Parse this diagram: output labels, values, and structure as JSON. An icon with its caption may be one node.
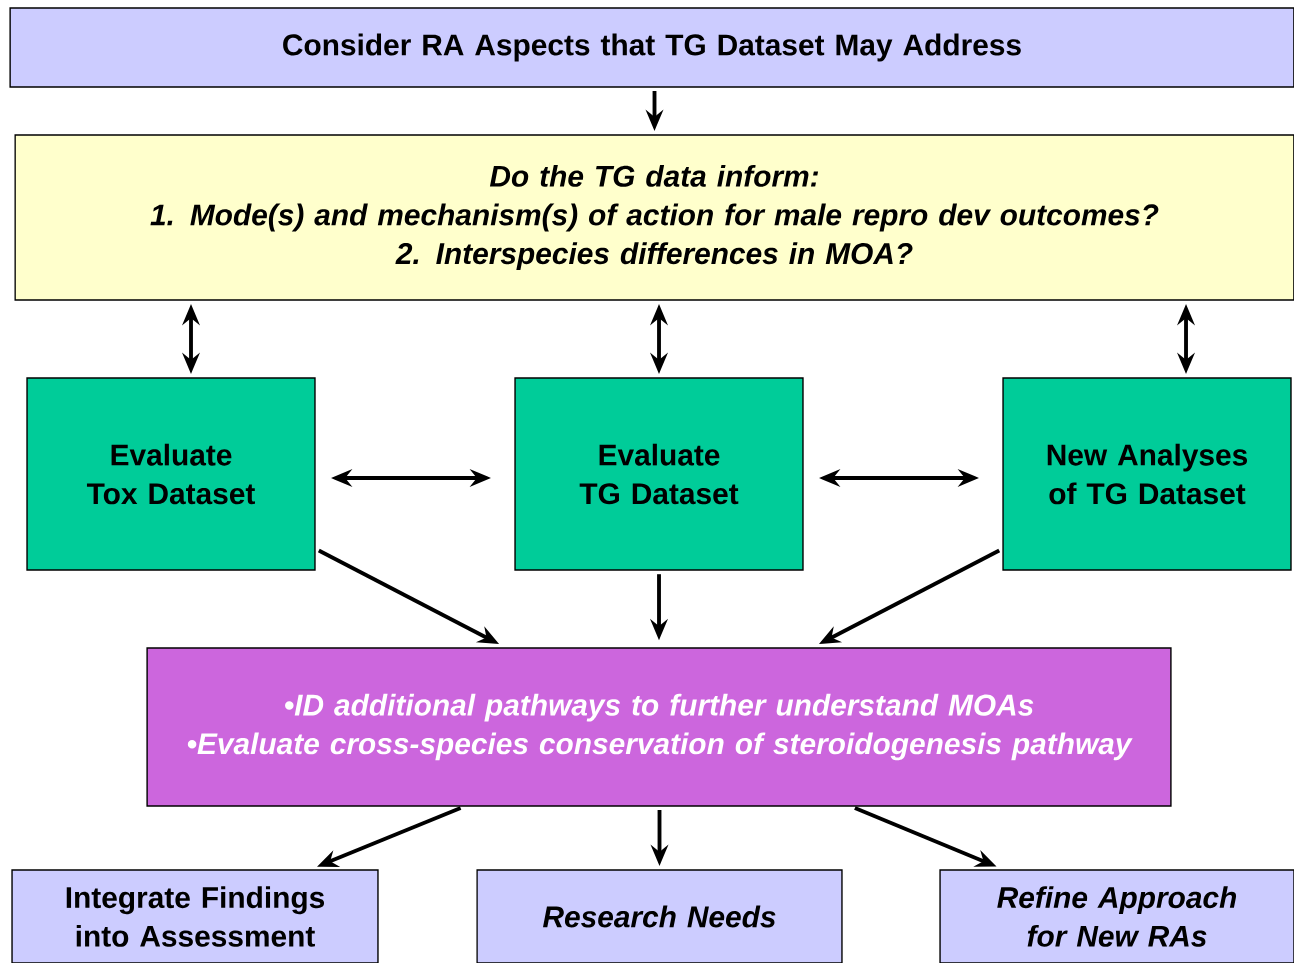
{
  "diagram": {
    "nodes": [
      {
        "text": [
          "Consider RA Aspects that TG Dataset May Address"
        ]
      },
      {
        "text": [
          "Do the TG data inform:",
          "1. Mode(s) and mechanism(s) of action for male repro dev outcomes?",
          "2.  Interspecies differences in MOA?"
        ]
      },
      {
        "text": [
          "Evaluate Tox Dataset"
        ]
      },
      {
        "text": [
          "Evaluate TG Dataset"
        ]
      },
      {
        "text": [
          "New Analyses of TG Dataset"
        ]
      },
      {
        "text": [
          "•ID additional pathways to further understand MOAs",
          "•Evaluate cross-species conservation of steroidogenesis pathway"
        ]
      },
      {
        "text": [
          "Integrate Findings into Assessment"
        ]
      },
      {
        "text": [
          "Research Needs"
        ]
      },
      {
        "text": [
          "Refine Approach for New RAs"
        ]
      }
    ],
    "edges": [
      {
        "from": 0,
        "to": 1,
        "arrow": "to"
      },
      {
        "from": 1,
        "to": 2,
        "arrow": "both"
      },
      {
        "from": 1,
        "to": 3,
        "arrow": "both"
      },
      {
        "from": 1,
        "to": 4,
        "arrow": "both"
      },
      {
        "from": 2,
        "to": 3,
        "arrow": "both"
      },
      {
        "from": 3,
        "to": 4,
        "arrow": "both"
      },
      {
        "from": 2,
        "to": 5,
        "arrow": "to"
      },
      {
        "from": 3,
        "to": 5,
        "arrow": "to"
      },
      {
        "from": 4,
        "to": 5,
        "arrow": "to"
      },
      {
        "from": 5,
        "to": 6,
        "arrow": "to"
      },
      {
        "from": 5,
        "to": 7,
        "arrow": "to"
      },
      {
        "from": 5,
        "to": 8,
        "arrow": "to"
      }
    ]
  }
}
